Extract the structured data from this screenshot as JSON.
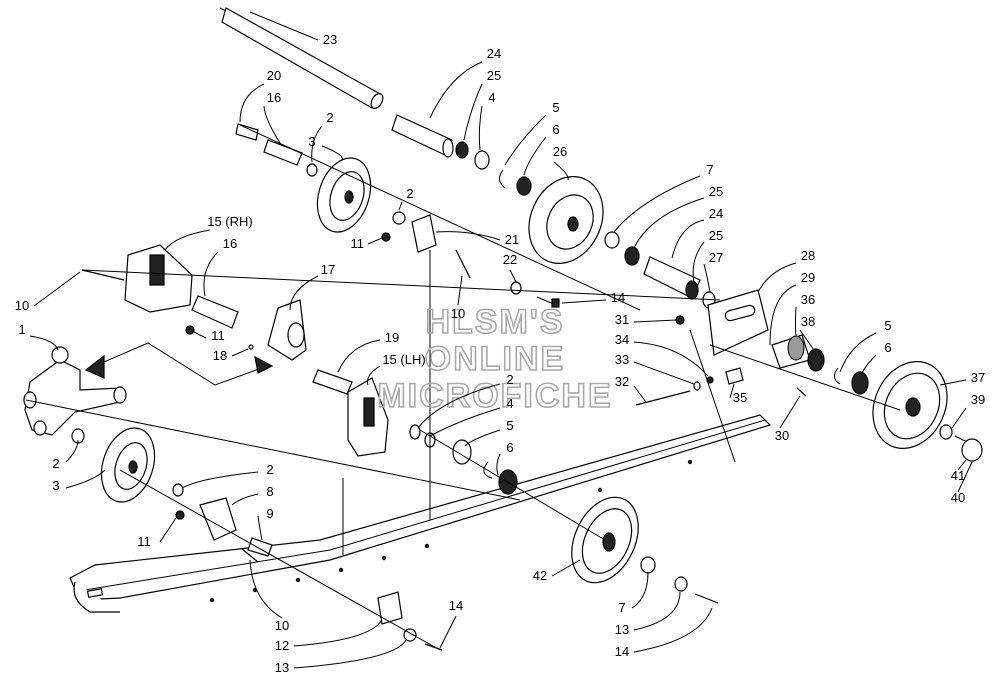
{
  "watermark": {
    "line1": "HLSM'S",
    "line2": "ONLINE",
    "line3": "MICROFICHE"
  },
  "parts": [
    {
      "key": "p23",
      "label": "23"
    },
    {
      "key": "p24a",
      "label": "24"
    },
    {
      "key": "p25a",
      "label": "25"
    },
    {
      "key": "p4a",
      "label": "4"
    },
    {
      "key": "p5a",
      "label": "5"
    },
    {
      "key": "p6a",
      "label": "6"
    },
    {
      "key": "p26",
      "label": "26"
    },
    {
      "key": "p20",
      "label": "20"
    },
    {
      "key": "p16a",
      "label": "16"
    },
    {
      "key": "p2a",
      "label": "2"
    },
    {
      "key": "p3a",
      "label": "3"
    },
    {
      "key": "p2b",
      "label": "2"
    },
    {
      "key": "p21",
      "label": "21"
    },
    {
      "key": "p11a",
      "label": "11"
    },
    {
      "key": "p22",
      "label": "22"
    },
    {
      "key": "p10a",
      "label": "10"
    },
    {
      "key": "p14a",
      "label": "14"
    },
    {
      "key": "p7a",
      "label": "7"
    },
    {
      "key": "p25b",
      "label": "25"
    },
    {
      "key": "p24b",
      "label": "24"
    },
    {
      "key": "p25c",
      "label": "25"
    },
    {
      "key": "p27",
      "label": "27"
    },
    {
      "key": "p28",
      "label": "28"
    },
    {
      "key": "p29",
      "label": "29"
    },
    {
      "key": "p36",
      "label": "36"
    },
    {
      "key": "p38",
      "label": "38"
    },
    {
      "key": "p5b",
      "label": "5"
    },
    {
      "key": "p6b",
      "label": "6"
    },
    {
      "key": "p37",
      "label": "37"
    },
    {
      "key": "p39",
      "label": "39"
    },
    {
      "key": "p41",
      "label": "41"
    },
    {
      "key": "p40",
      "label": "40"
    },
    {
      "key": "p31",
      "label": "31"
    },
    {
      "key": "p34",
      "label": "34"
    },
    {
      "key": "p33",
      "label": "33"
    },
    {
      "key": "p32",
      "label": "32"
    },
    {
      "key": "p35",
      "label": "35"
    },
    {
      "key": "p30",
      "label": "30"
    },
    {
      "key": "p15rh",
      "label": "15 (RH)"
    },
    {
      "key": "p16b",
      "label": "16"
    },
    {
      "key": "p17",
      "label": "17"
    },
    {
      "key": "p10b",
      "label": "10"
    },
    {
      "key": "p11b",
      "label": "11"
    },
    {
      "key": "p18",
      "label": "18"
    },
    {
      "key": "p19",
      "label": "19"
    },
    {
      "key": "p15lh",
      "label": "15 (LH)"
    },
    {
      "key": "p2c",
      "label": "2"
    },
    {
      "key": "p4b",
      "label": "4"
    },
    {
      "key": "p5c",
      "label": "5"
    },
    {
      "key": "p6c",
      "label": "6"
    },
    {
      "key": "p1",
      "label": "1"
    },
    {
      "key": "p2d",
      "label": "2"
    },
    {
      "key": "p3b",
      "label": "3"
    },
    {
      "key": "p2e",
      "label": "2"
    },
    {
      "key": "p8",
      "label": "8"
    },
    {
      "key": "p9",
      "label": "9"
    },
    {
      "key": "p11c",
      "label": "11"
    },
    {
      "key": "p10c",
      "label": "10"
    },
    {
      "key": "p12",
      "label": "12"
    },
    {
      "key": "p13a",
      "label": "13"
    },
    {
      "key": "p14b",
      "label": "14"
    },
    {
      "key": "p42",
      "label": "42"
    },
    {
      "key": "p7b",
      "label": "7"
    },
    {
      "key": "p13b",
      "label": "13"
    },
    {
      "key": "p14c",
      "label": "14"
    }
  ]
}
